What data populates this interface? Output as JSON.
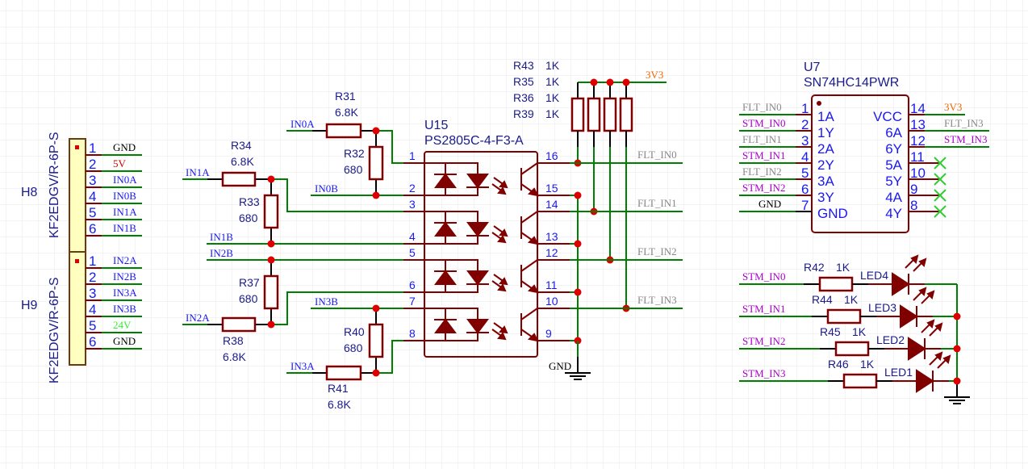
{
  "colors": {
    "grid": "#ececec",
    "wire": "#008000",
    "component": "#800000",
    "junction": "#dd0000",
    "ref_text": "#1a1a8c",
    "pin_text": "#1a1aee",
    "net_gnd": "#000000",
    "net_5v": "#cc0000",
    "net_24v": "#33ee33",
    "net_3v3": "#ee6600",
    "net_flt": "#888888",
    "net_stm": "#aa00cc",
    "net_in": "#1a1aee",
    "nc_mark": "#33cc33"
  },
  "connectors": [
    {
      "ref": "H8",
      "part": "KF2EDGV/R-6P-S",
      "pins": [
        {
          "num": "1",
          "net": "GND",
          "kind": "gnd"
        },
        {
          "num": "2",
          "net": "5V",
          "kind": "5v"
        },
        {
          "num": "3",
          "net": "IN0A",
          "kind": "in"
        },
        {
          "num": "4",
          "net": "IN0B",
          "kind": "in"
        },
        {
          "num": "5",
          "net": "IN1A",
          "kind": "in"
        },
        {
          "num": "6",
          "net": "IN1B",
          "kind": "in"
        }
      ]
    },
    {
      "ref": "H9",
      "part": "KF2EDGV/R-6P-S",
      "pins": [
        {
          "num": "1",
          "net": "IN2A",
          "kind": "in"
        },
        {
          "num": "2",
          "net": "IN2B",
          "kind": "in"
        },
        {
          "num": "3",
          "net": "IN3A",
          "kind": "in"
        },
        {
          "num": "4",
          "net": "IN3B",
          "kind": "in"
        },
        {
          "num": "5",
          "net": "24V",
          "kind": "24v"
        },
        {
          "num": "6",
          "net": "GND",
          "kind": "gnd"
        }
      ]
    }
  ],
  "input_resistors": [
    {
      "ref": "R31",
      "value": "6.8K"
    },
    {
      "ref": "R32",
      "value": "680"
    },
    {
      "ref": "R34",
      "value": "6.8K"
    },
    {
      "ref": "R33",
      "value": "680"
    },
    {
      "ref": "R37",
      "value": "680"
    },
    {
      "ref": "R38",
      "value": "6.8K"
    },
    {
      "ref": "R40",
      "value": "680"
    },
    {
      "ref": "R41",
      "value": "6.8K"
    }
  ],
  "input_nets": {
    "in0a": "IN0A",
    "in0b": "IN0B",
    "in1a": "IN1A",
    "in1b": "IN1B",
    "in2b": "IN2B",
    "in2a": "IN2A",
    "in3b": "IN3B",
    "in3a": "IN3A"
  },
  "optocoupler": {
    "ref": "U15",
    "part": "PS2805C-4-F3-A",
    "left_pins": [
      "1",
      "2",
      "3",
      "4",
      "5",
      "6",
      "7",
      "8"
    ],
    "right_pins": [
      "16",
      "15",
      "14",
      "13",
      "12",
      "11",
      "10",
      "9"
    ]
  },
  "pullups": [
    {
      "ref": "R43",
      "value": "1K"
    },
    {
      "ref": "R35",
      "value": "1K"
    },
    {
      "ref": "R36",
      "value": "1K"
    },
    {
      "ref": "R39",
      "value": "1K"
    }
  ],
  "pullup_net": "3V3",
  "flt_nets": [
    "FLT_IN0",
    "FLT_IN1",
    "FLT_IN2",
    "FLT_IN3"
  ],
  "opto_gnd": "GND",
  "inverter": {
    "ref": "U7",
    "part": "SN74HC14PWR",
    "left": [
      {
        "num": "1",
        "name": "1A",
        "net": "FLT_IN0",
        "kind": "flt"
      },
      {
        "num": "2",
        "name": "1Y",
        "net": "STM_IN0",
        "kind": "stm"
      },
      {
        "num": "3",
        "name": "2A",
        "net": "FLT_IN1",
        "kind": "flt"
      },
      {
        "num": "4",
        "name": "2Y",
        "net": "STM_IN1",
        "kind": "stm"
      },
      {
        "num": "5",
        "name": "3A",
        "net": "FLT_IN2",
        "kind": "flt"
      },
      {
        "num": "6",
        "name": "3Y",
        "net": "STM_IN2",
        "kind": "stm"
      },
      {
        "num": "7",
        "name": "GND",
        "net": "GND",
        "kind": "gnd"
      }
    ],
    "right": [
      {
        "num": "14",
        "name": "VCC",
        "net": "3V3",
        "kind": "3v3"
      },
      {
        "num": "13",
        "name": "6A",
        "net": "FLT_IN3",
        "kind": "flt"
      },
      {
        "num": "12",
        "name": "6Y",
        "net": "STM_IN3",
        "kind": "stm"
      },
      {
        "num": "11",
        "name": "5A",
        "net": "",
        "kind": "nc"
      },
      {
        "num": "10",
        "name": "5Y",
        "net": "",
        "kind": "nc"
      },
      {
        "num": "9",
        "name": "4A",
        "net": "",
        "kind": "nc"
      },
      {
        "num": "8",
        "name": "4Y",
        "net": "",
        "kind": "nc"
      }
    ]
  },
  "led_rows": [
    {
      "net": "STM_IN0",
      "res_ref": "R42",
      "res_value": "1K",
      "led": "LED4"
    },
    {
      "net": "STM_IN1",
      "res_ref": "R44",
      "res_value": "1K",
      "led": "LED3"
    },
    {
      "net": "STM_IN2",
      "res_ref": "R45",
      "res_value": "1K",
      "led": "LED2"
    },
    {
      "net": "STM_IN3",
      "res_ref": "R46",
      "res_value": "1K",
      "led": "LED1"
    }
  ]
}
